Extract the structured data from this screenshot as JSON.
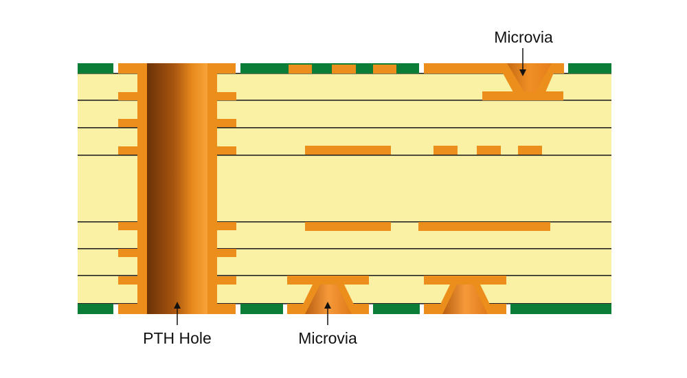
{
  "labels": {
    "pth_hole": "PTH Hole",
    "microvia_top": "Microvia",
    "microvia_bottom": "Microvia"
  },
  "colors": {
    "dielectric": "#fbf1a4",
    "copper": "#eb8e1c",
    "copper_highlight": "#f7a33a",
    "copper_shadow": "#6b3207",
    "solder_mask": "#0c7d36",
    "layer_line": "#222222",
    "label_text": "#111111"
  }
}
